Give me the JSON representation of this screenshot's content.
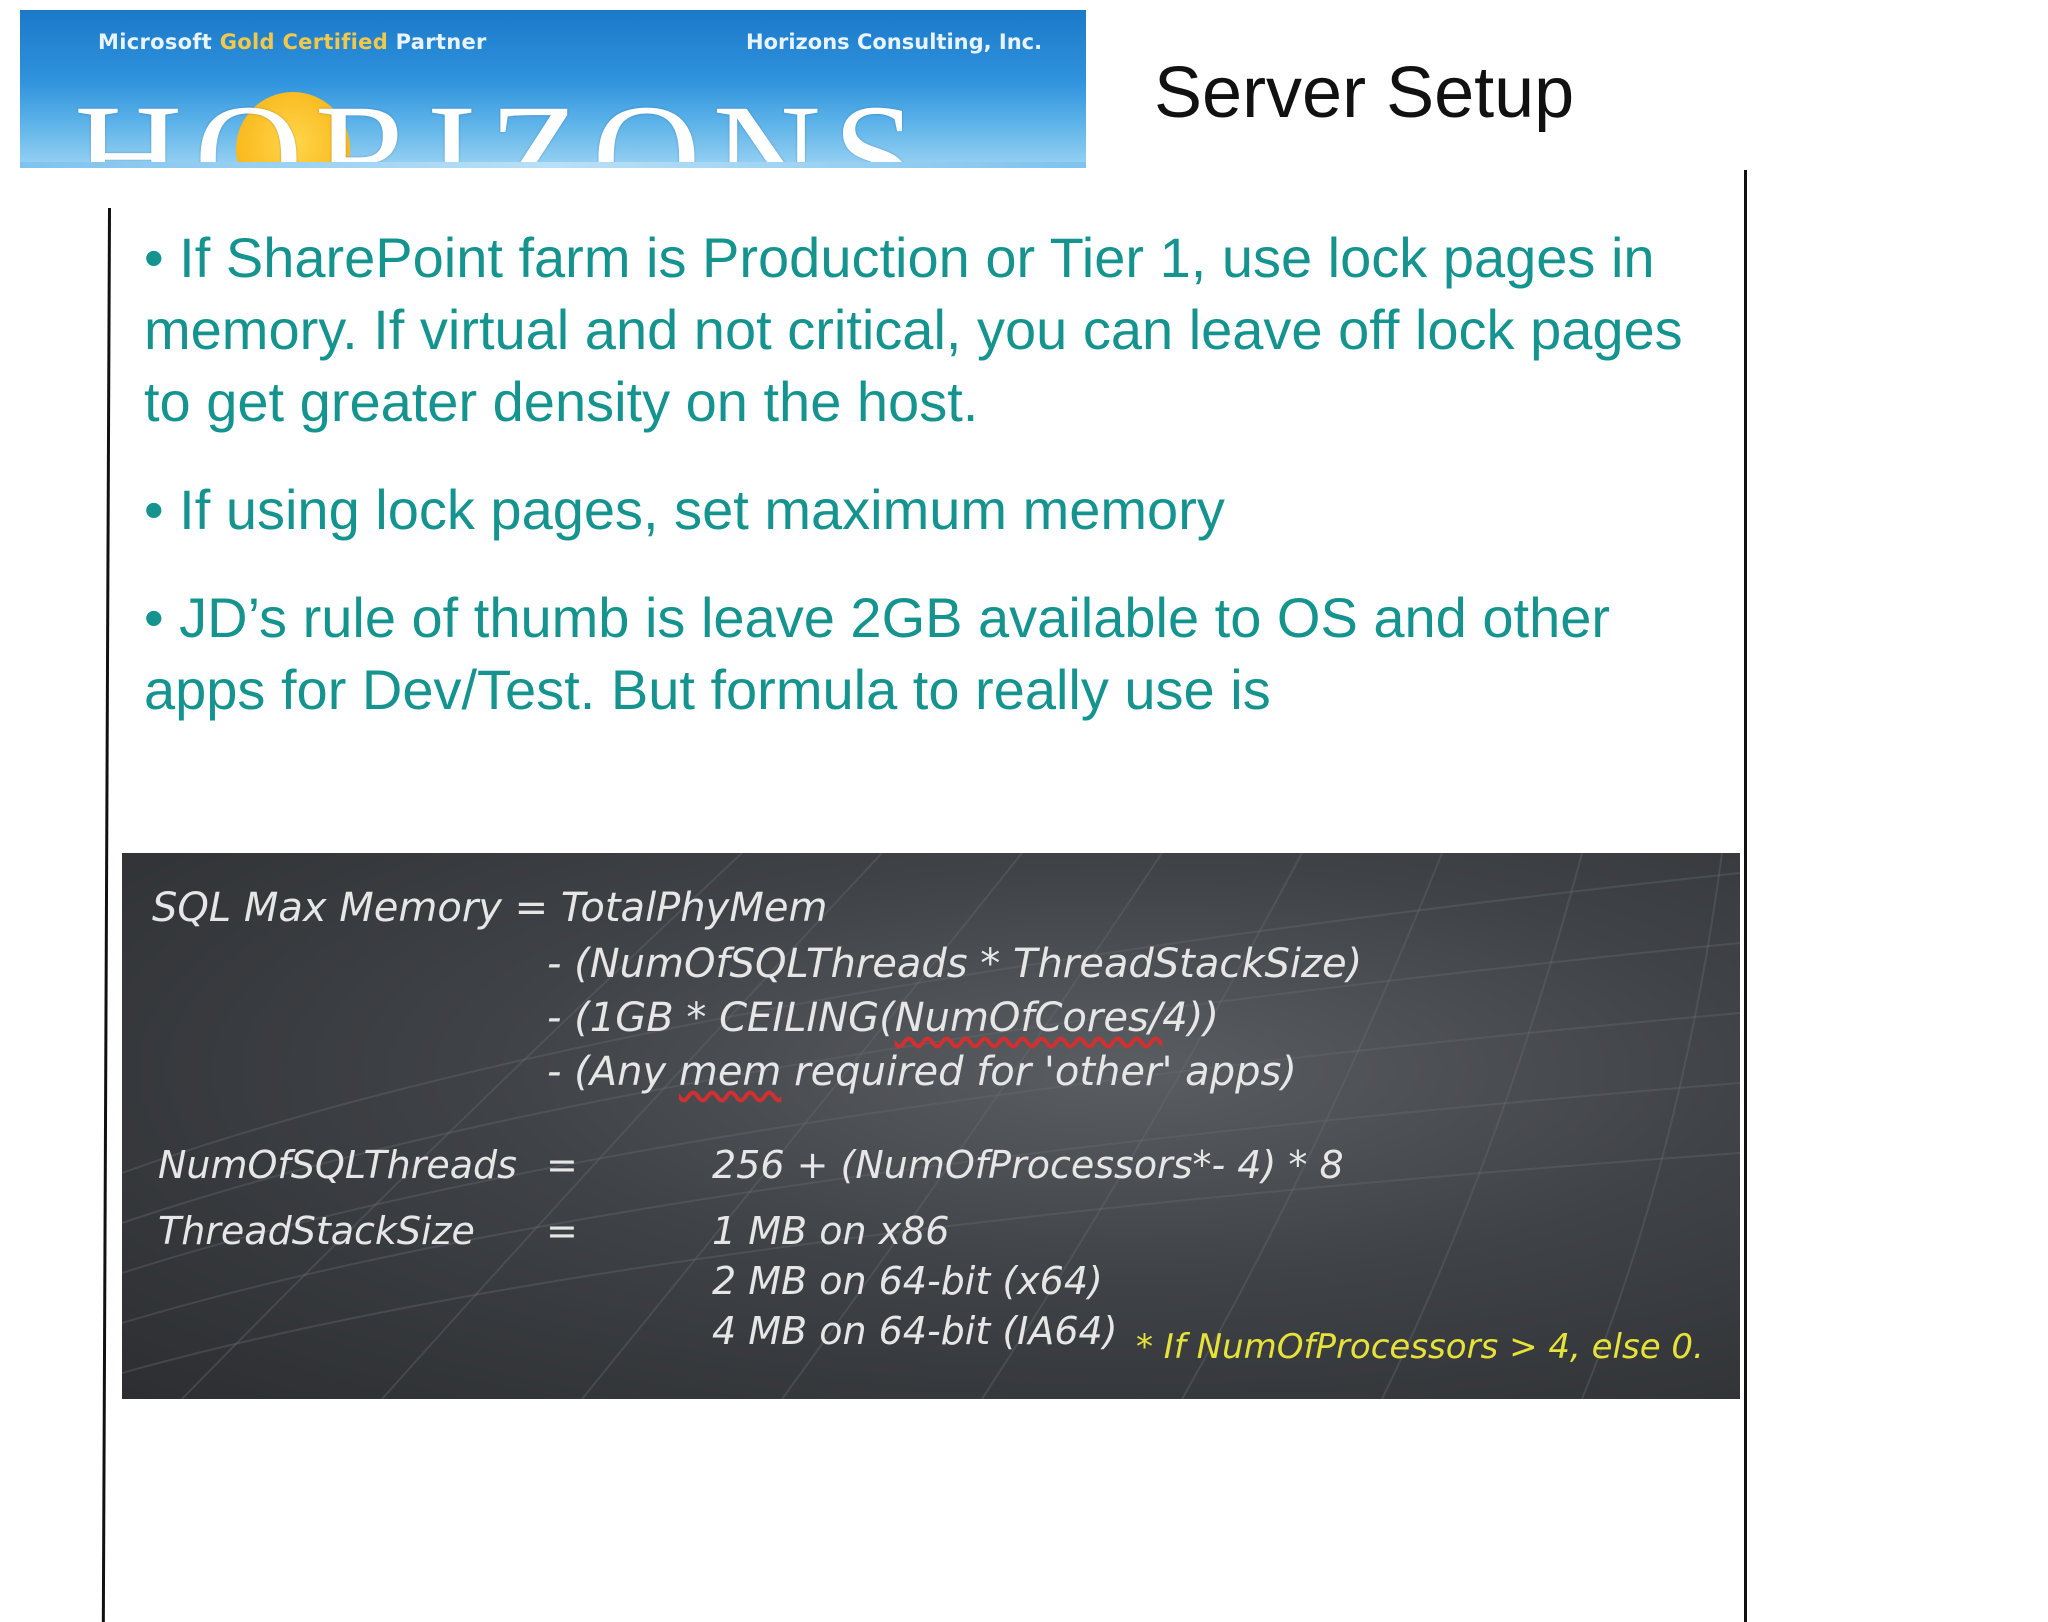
{
  "header": {
    "logo": {
      "partner_prefix": "Microsoft",
      "partner_gold": "Gold Certified",
      "partner_suffix": "Partner",
      "company": "Horizons Consulting, Inc.",
      "brand": "HORIZONS",
      "colors": {
        "sky": "#1b79c9",
        "sun": "#f9b81c"
      }
    },
    "title": "Server Setup"
  },
  "bullets": [
    "• If SharePoint farm is Production or Tier 1, use lock pages in memory. If virtual and not critical, you can leave off lock pages to get greater density on the host.",
    "• If using lock pages, set maximum memory",
    "• JD’s rule of thumb is leave 2GB available to OS and other apps for Dev/Test. But formula to really use is"
  ],
  "formula": {
    "lhs": "SQL Max Memory = TotalPhyMem",
    "terms": [
      "- (NumOfSQLThreads * ThreadStackSize)",
      "- (1GB * CEILING(NumOfCores/4))",
      "- (Any mem required for 'other' apps)"
    ],
    "threads_label": "NumOfSQLThreads",
    "threads_eq": "=",
    "threads_value": "256 + (NumOfProcessors*- 4) * 8",
    "stack_label": "ThreadStackSize",
    "stack_eq": "=",
    "stack_values": [
      "1 MB on x86",
      "2 MB on 64-bit (x64)",
      "4 MB on 64-bit (IA64)"
    ],
    "note": "* If NumOfProcessors > 4, else 0.",
    "colors": {
      "text": "#e6e6e6",
      "note": "#e7e23a",
      "background": "#3f4246"
    }
  }
}
